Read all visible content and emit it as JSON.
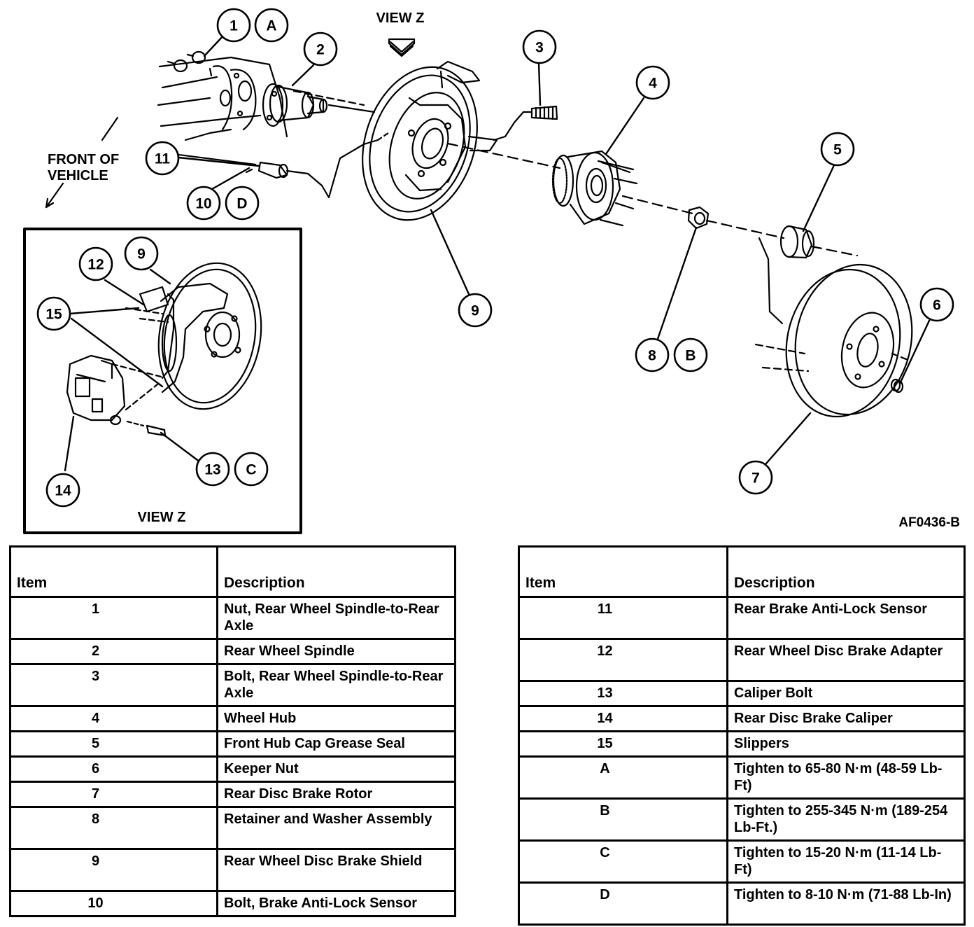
{
  "diagram": {
    "view_z_top_label": "VIEW Z",
    "front_of_vehicle_line1": "FRONT OF",
    "front_of_vehicle_line2": "VEHICLE",
    "view_z_inset_label": "VIEW Z",
    "figure_code": "AF0436-B",
    "callouts": {
      "c1": "1",
      "cA": "A",
      "c2": "2",
      "c3": "3",
      "c4": "4",
      "c5": "5",
      "c6": "6",
      "c7": "7",
      "c8": "8",
      "cB": "B",
      "c9": "9",
      "c10": "10",
      "cD": "D",
      "c11": "11",
      "c9_inset": "9",
      "c12": "12",
      "c15": "15",
      "c13": "13",
      "cC": "C",
      "c14": "14"
    }
  },
  "tables": {
    "left": {
      "headers": [
        "Item",
        "Description"
      ],
      "rows": [
        {
          "item": "1",
          "desc": "Nut, Rear Wheel Spindle-to-Rear Axle"
        },
        {
          "item": "2",
          "desc": "Rear Wheel Spindle"
        },
        {
          "item": "3",
          "desc": "Bolt, Rear Wheel Spindle-to-Rear Axle"
        },
        {
          "item": "4",
          "desc": "Wheel Hub"
        },
        {
          "item": "5",
          "desc": "Front Hub Cap Grease Seal"
        },
        {
          "item": "6",
          "desc": "Keeper Nut"
        },
        {
          "item": "7",
          "desc": "Rear Disc Brake Rotor"
        },
        {
          "item": "8",
          "desc": "Retainer and Washer Assembly"
        },
        {
          "item": "9",
          "desc": "Rear Wheel Disc Brake Shield"
        },
        {
          "item": "10",
          "desc": "Bolt, Brake Anti-Lock Sensor"
        }
      ]
    },
    "right": {
      "headers": [
        "Item",
        "Description"
      ],
      "rows": [
        {
          "item": "11",
          "desc": "Rear Brake Anti-Lock Sensor"
        },
        {
          "item": "12",
          "desc": "Rear Wheel Disc Brake Adapter"
        },
        {
          "item": "13",
          "desc": "Caliper Bolt"
        },
        {
          "item": "14",
          "desc": "Rear Disc Brake Caliper"
        },
        {
          "item": "15",
          "desc": "Slippers"
        },
        {
          "item": "A",
          "desc": "Tighten to 65-80 N·m (48-59 Lb-Ft)"
        },
        {
          "item": "B",
          "desc": "Tighten to 255-345 N·m (189-254 Lb-Ft.)"
        },
        {
          "item": "C",
          "desc": "Tighten to 15-20 N·m (11-14 Lb-Ft)"
        },
        {
          "item": "D",
          "desc": "Tighten to 8-10 N·m (71-88 Lb-In)"
        }
      ]
    }
  }
}
